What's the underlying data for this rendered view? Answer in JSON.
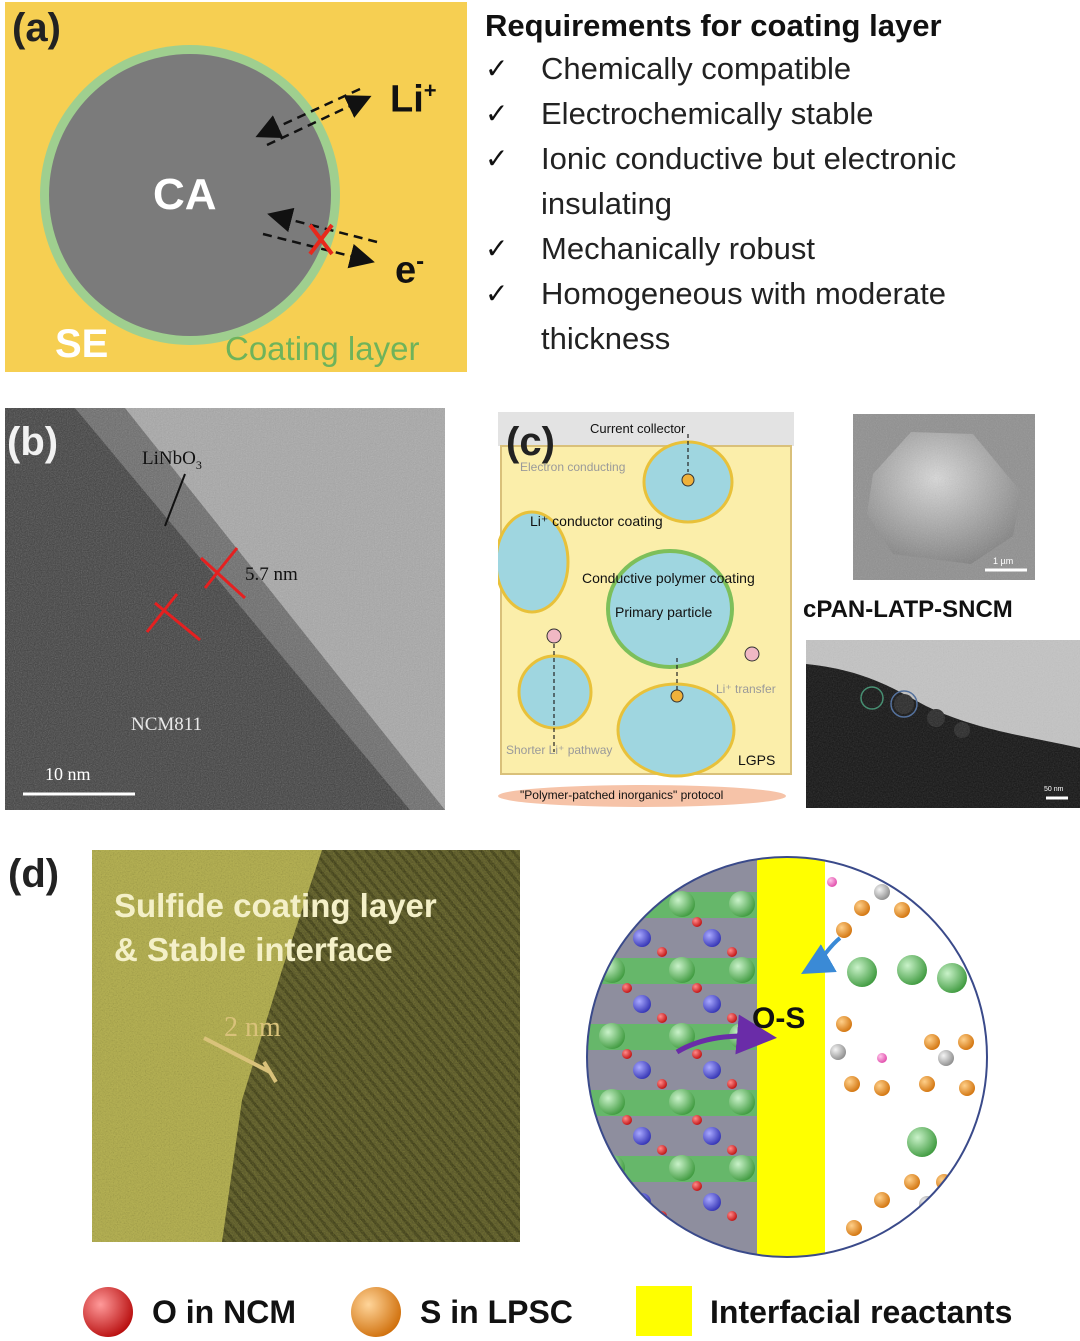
{
  "panel_a": {
    "letter": "(a)",
    "particle_label": "CA",
    "electrolyte_label": "SE",
    "coating_label": "Coating layer",
    "li_label": "Li",
    "li_sup": "+",
    "e_label": "e",
    "e_sup": "-",
    "colors": {
      "background": "#f6cf52",
      "particle": "#7b7b7b",
      "coating": "#9fcf8f",
      "blocked": "#e8281c"
    }
  },
  "requirements": {
    "title": "Requirements for coating layer",
    "check_symbol": "✓",
    "items": [
      {
        "lines": [
          "Chemically compatible"
        ]
      },
      {
        "lines": [
          "Electrochemically stable"
        ]
      },
      {
        "lines": [
          "Ionic conductive but electronic",
          "insulating"
        ]
      },
      {
        "lines": [
          "Mechanically robust"
        ]
      },
      {
        "lines": [
          "Homogeneous with moderate",
          "thickness"
        ]
      }
    ]
  },
  "panel_b": {
    "letter": "(b)",
    "coating_label": "LiNbO",
    "coating_sub": "3",
    "thickness_label": "5.7 nm",
    "particle_label": "NCM811",
    "scale_label": "10 nm"
  },
  "panel_c": {
    "letter": "(c)",
    "current_collector": "Current collector",
    "electron_conducting": "Electron conducting",
    "li_conductor_coating": "Li⁺ conductor coating",
    "conductive_polymer": "Conductive polymer coating",
    "primary_particle": "Primary particle",
    "li_transfer": "Li⁺ transfer",
    "shorter_pathway": "Shorter Li⁺ pathway",
    "lgps": "LGPS",
    "protocol": "\"Polymer-patched inorganics\" protocol",
    "material_label": "cPAN-LATP-SNCM",
    "sem_scale": "1 µm",
    "tem_scale": "50 nm"
  },
  "panel_d": {
    "letter": "(d)",
    "title_line1": "Sulfide coating layer",
    "title_line2": "& Stable interface",
    "scale_label": "2 nm",
    "bond_label": "O-S"
  },
  "legend": {
    "o_label": "O in NCM",
    "s_label": "S in LPSC",
    "reactant_label": "Interfacial reactants",
    "colors": {
      "o": "#d81f1f",
      "s": "#e98a1e",
      "reactant": "#ffff00"
    }
  }
}
